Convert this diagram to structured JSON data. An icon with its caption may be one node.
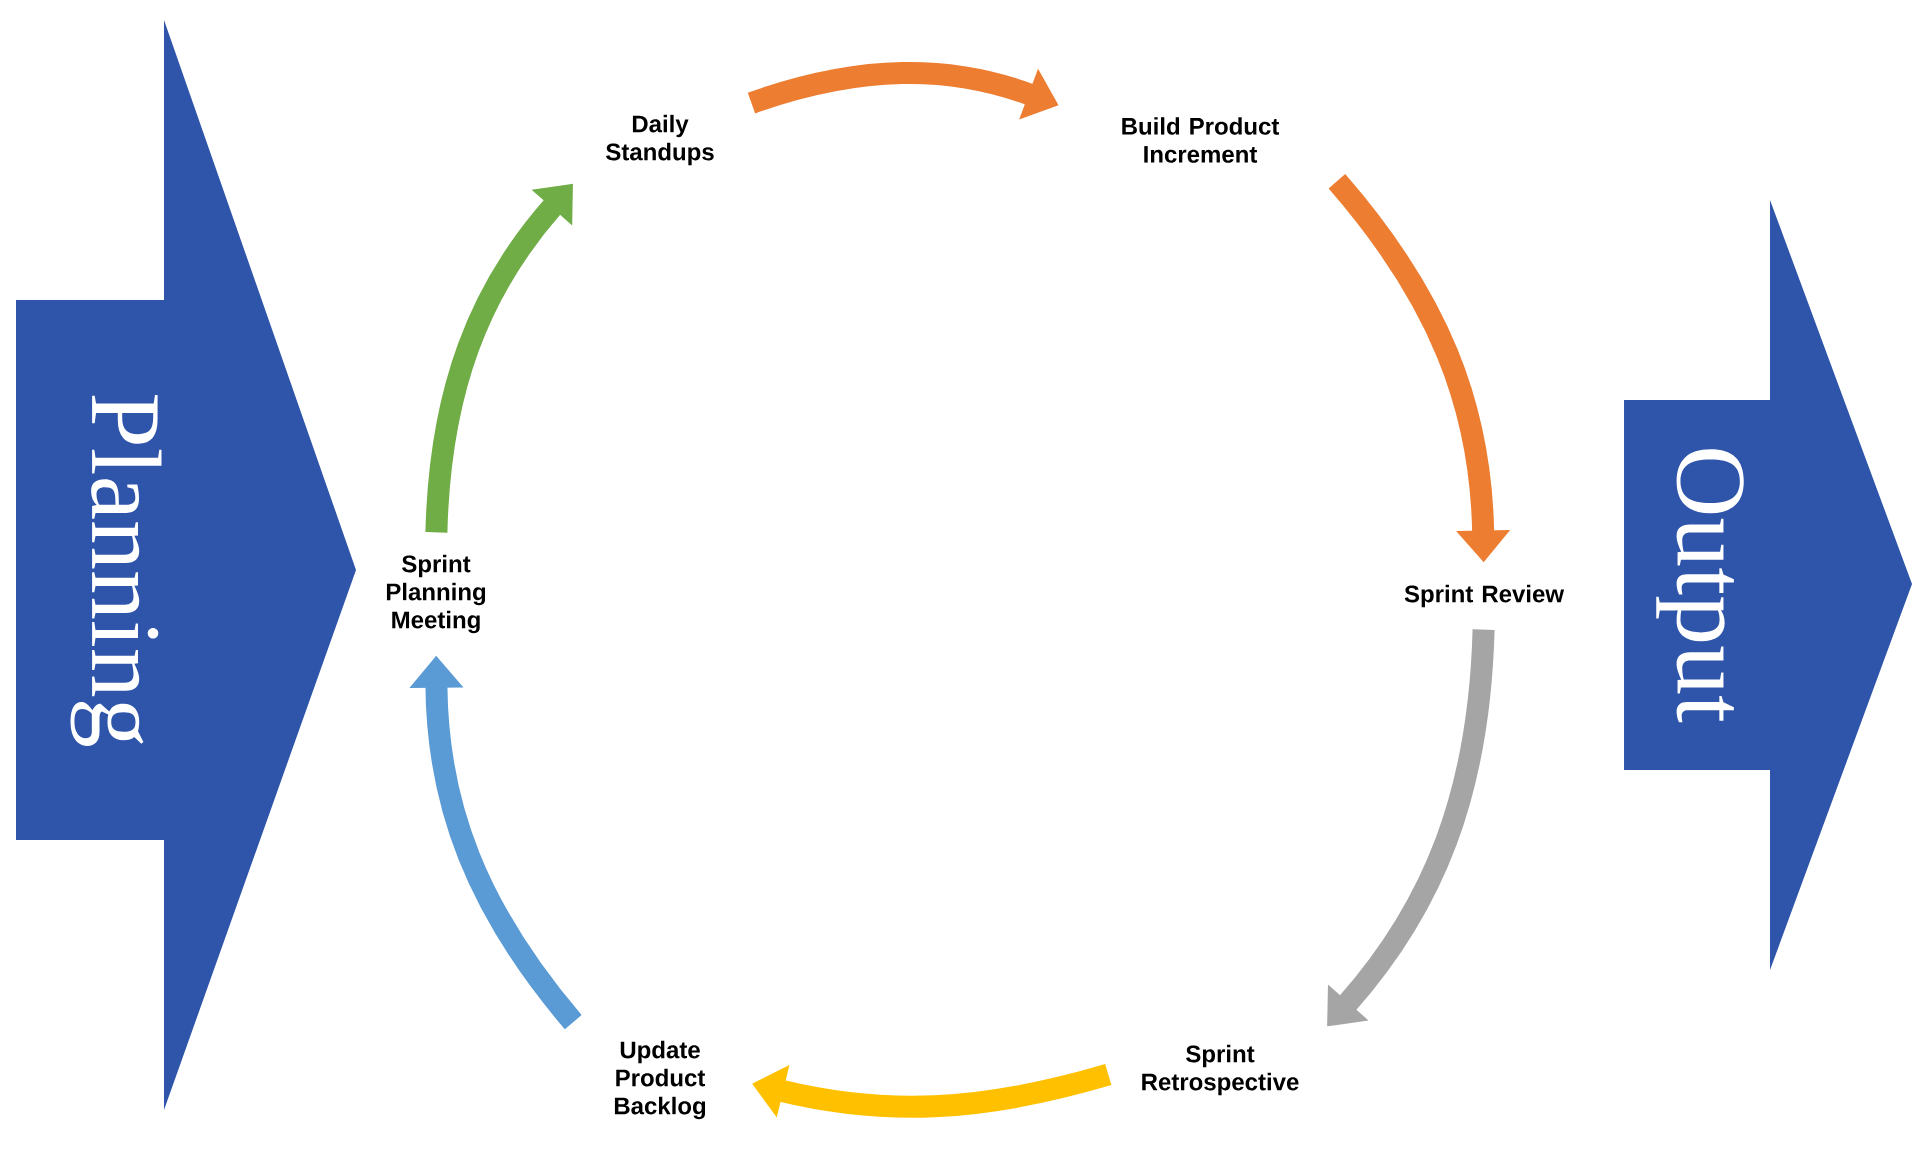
{
  "diagram": {
    "nodes": [
      {
        "text": [
          "Planning"
        ]
      },
      {
        "text": [
          "Output"
        ]
      },
      {
        "text": [
          "Daily Standups"
        ]
      },
      {
        "text": [
          "Build Product Increment"
        ]
      },
      {
        "text": [
          "Sprint Review"
        ]
      },
      {
        "text": [
          "Sprint Retrospective"
        ]
      },
      {
        "text": [
          "Update Product Backlog"
        ]
      },
      {
        "text": [
          "Sprint Planning Meeting"
        ]
      }
    ],
    "edges": [
      {
        "from": 2,
        "to": 3,
        "arrow": "to",
        "color": "#ed7d31"
      },
      {
        "from": 3,
        "to": 4,
        "arrow": "to",
        "color": "#ed7d31"
      },
      {
        "from": 4,
        "to": 5,
        "arrow": "to",
        "color": "#a5a5a5"
      },
      {
        "from": 5,
        "to": 6,
        "arrow": "to",
        "color": "#ffc000"
      },
      {
        "from": 6,
        "to": 7,
        "arrow": "to",
        "color": "#5b9bd5"
      },
      {
        "from": 7,
        "to": 2,
        "arrow": "to",
        "color": "#70ad47"
      }
    ]
  }
}
